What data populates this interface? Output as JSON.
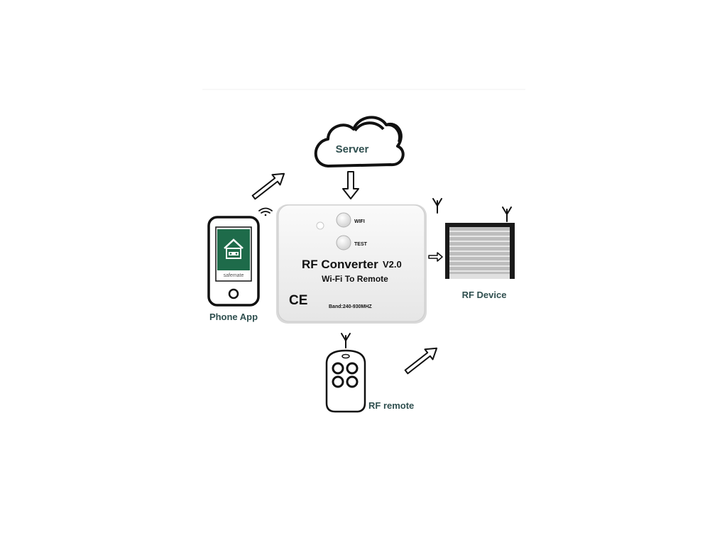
{
  "labels": {
    "server": "Server",
    "phone_app": "Phone App",
    "rf_device": "RF Device",
    "rf_remote": "RF remote"
  },
  "phone": {
    "app_name": "safemate"
  },
  "converter": {
    "title": "RF Converter",
    "version": "V2.0",
    "subtitle": "Wi-Fi To Remote",
    "wifi_button_label": "WIFI",
    "test_button_label": "TEST",
    "ce_mark": "CE",
    "band": "Band:240-930MHZ"
  },
  "colors": {
    "label_text": "#2f4f4f",
    "app_green": "#1e6b4a",
    "box_fill": "#f2f2f2",
    "shutter_frame": "#1a1a1a",
    "shutter_slats": "#bdbdbd"
  }
}
